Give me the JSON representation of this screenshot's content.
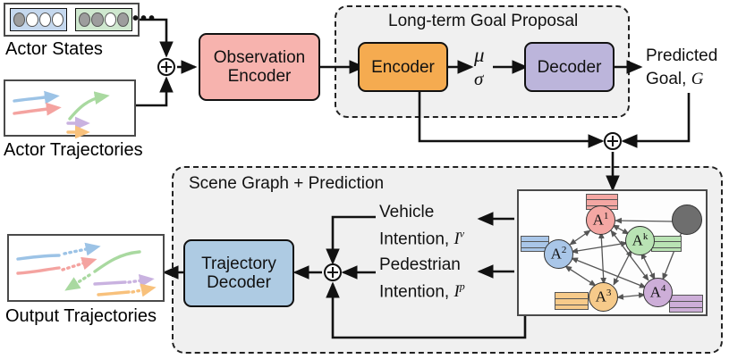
{
  "figure": {
    "type": "architecture-diagram",
    "title": "Trajectory prediction network architecture"
  },
  "inputs": {
    "actor_states": {
      "caption": "Actor States",
      "cells": [
        {
          "fill": "#c5d8ee",
          "circles": [
            "gray",
            "white",
            "white",
            "white"
          ]
        },
        {
          "fill": "#cfe8cf",
          "circles": [
            "gray",
            "gray",
            "white",
            "gray"
          ]
        }
      ],
      "ellipsis": "•••"
    },
    "actor_trajectories": {
      "caption": "Actor Trajectories",
      "tracks": [
        {
          "color": "#9cc3e6",
          "name": "blue-track"
        },
        {
          "color": "#f4a3a0",
          "name": "red-track"
        },
        {
          "color": "#a9d9a0",
          "name": "green-track"
        },
        {
          "color": "#c9b2e0",
          "name": "purple-track"
        },
        {
          "color": "#f8c17c",
          "name": "orange-track"
        }
      ]
    }
  },
  "outputs": {
    "output_trajectories": {
      "caption": "Output Trajectories",
      "tracks": [
        {
          "color": "#9cc3e6",
          "name": "blue-track"
        },
        {
          "color": "#f4a3a0",
          "name": "red-track"
        },
        {
          "color": "#a9d9a0",
          "name": "green-track"
        },
        {
          "color": "#c9b2e0",
          "name": "purple-track"
        },
        {
          "color": "#f8c17c",
          "name": "orange-track"
        }
      ]
    }
  },
  "blocks": {
    "observation_encoder": {
      "label": "Observation\nEncoder",
      "line1": "Observation",
      "line2": "Encoder",
      "fill": "#f7b3ae"
    },
    "encoder": {
      "label": "Encoder",
      "fill": "#f5ab50"
    },
    "decoder": {
      "label": "Decoder",
      "fill": "#bcb5db"
    },
    "trajectory_decoder": {
      "line1": "Trajectory",
      "line2": "Decoder",
      "fill": "#aecbe3"
    }
  },
  "groups": {
    "long_term_goal_proposal": {
      "title": "Long-term Goal Proposal",
      "fill": "#f0f0f0"
    },
    "scene_graph_prediction": {
      "title": "Scene Graph + Prediction",
      "fill": "#f0f0f0"
    }
  },
  "labels": {
    "latent_mu": "μ",
    "latent_sigma": "σ",
    "predicted_goal_line1": "Predicted",
    "predicted_goal_line2": "Goal,",
    "predicted_goal_symbol": "G",
    "vehicle_intention_line1": "Vehicle",
    "vehicle_intention_line2": "Intention,",
    "vehicle_intention_symbol": "I",
    "vehicle_intention_sup": "v",
    "pedestrian_intention_line1": "Pedestrian",
    "pedestrian_intention_line2": "Intention,",
    "pedestrian_intention_symbol": "I",
    "pedestrian_intention_sup": "p"
  },
  "scene_graph": {
    "nodes": [
      {
        "id": "A1",
        "base": "A",
        "sup": "1",
        "fill": "#f4a7a3",
        "feature_fill": "#f4a7a3",
        "feature_pos": "top"
      },
      {
        "id": "A2",
        "base": "A",
        "sup": "2",
        "fill": "#a9c6e8",
        "feature_fill": "#a9c6e8",
        "feature_pos": "left"
      },
      {
        "id": "Ak",
        "base": "A",
        "sup": "k",
        "fill": "#b9e3b4",
        "feature_fill": "#b9e3b4",
        "feature_pos": "right"
      },
      {
        "id": "A3",
        "base": "A",
        "sup": "3",
        "fill": "#f6ca8a",
        "feature_fill": "#f6ca8a",
        "feature_pos": "left"
      },
      {
        "id": "A4",
        "base": "A",
        "sup": "4",
        "fill": "#cdaed8",
        "feature_fill": "#cdaed8",
        "feature_pos": "right"
      },
      {
        "id": "ego",
        "base": "",
        "sup": "",
        "fill": "#6e6e6e",
        "feature_fill": "",
        "feature_pos": "none"
      }
    ],
    "edges": [
      {
        "from": "A1",
        "to": "A2",
        "bidirectional": true
      },
      {
        "from": "A1",
        "to": "Ak",
        "bidirectional": true
      },
      {
        "from": "A1",
        "to": "A3",
        "bidirectional": true
      },
      {
        "from": "A1",
        "to": "A4",
        "bidirectional": true
      },
      {
        "from": "A2",
        "to": "Ak",
        "bidirectional": true
      },
      {
        "from": "A2",
        "to": "A3",
        "bidirectional": true
      },
      {
        "from": "A2",
        "to": "A4",
        "bidirectional": true
      },
      {
        "from": "Ak",
        "to": "A3",
        "bidirectional": true
      },
      {
        "from": "Ak",
        "to": "A4",
        "bidirectional": true
      },
      {
        "from": "A3",
        "to": "A4",
        "bidirectional": true
      },
      {
        "from": "ego",
        "to": "A1",
        "bidirectional": false
      },
      {
        "from": "ego",
        "to": "A4",
        "bidirectional": false
      }
    ]
  },
  "operators": [
    {
      "name": "sum-input",
      "glyph": "+"
    },
    {
      "name": "sum-goal",
      "glyph": "+"
    },
    {
      "name": "sum-decoder",
      "glyph": "+"
    }
  ],
  "colors": {
    "observation_encoder": "#f7b3ae",
    "encoder": "#f5ab50",
    "decoder": "#bcb5db",
    "trajectory_decoder": "#aecbe3",
    "group_bg": "#f0f0f0",
    "stroke": "#111111",
    "edge": "#555555"
  }
}
